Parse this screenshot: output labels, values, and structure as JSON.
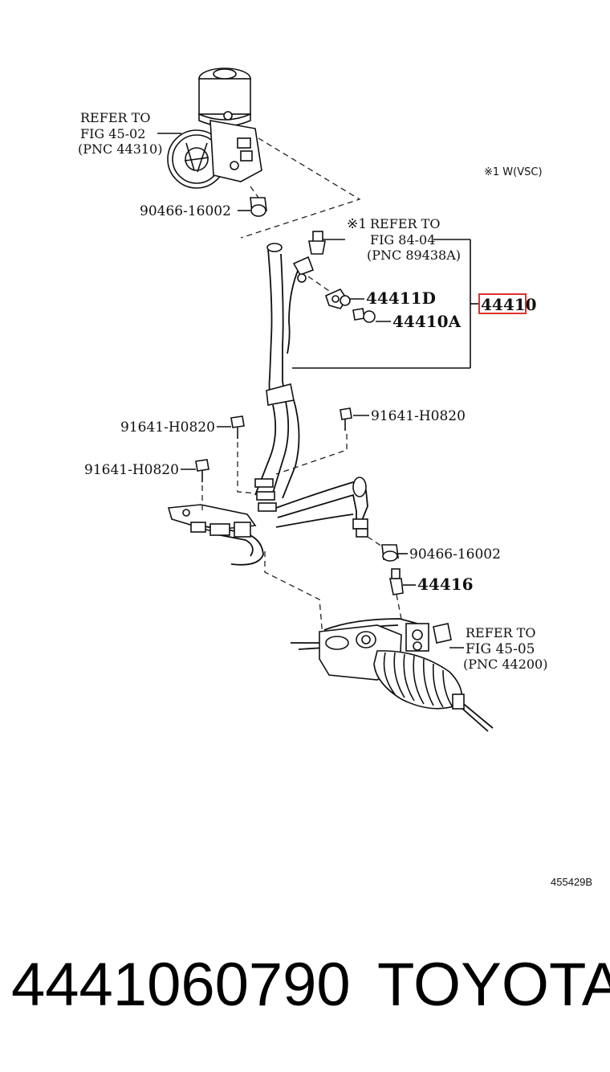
{
  "labels": {
    "refer_pump": {
      "line1": "REFER TO",
      "line2": "FIG 45-02",
      "line3": "(PNC 44310)"
    },
    "clamp_top": "90466-16002",
    "note_vsc": "※1 W(VSC)",
    "refer_sensor": {
      "mark": "※1",
      "line1": "REFER TO",
      "line2": "FIG 84-04",
      "line3": "(PNC 89438A)"
    },
    "bracket": "44411D",
    "bolt": "44410A",
    "assembly": "44410",
    "bolt_right": "91641-H0820",
    "bolt_left_upper": "91641-H0820",
    "bolt_left_lower": "91641-H0820",
    "clamp_lower": "90466-16002",
    "union": "44416",
    "refer_gear": {
      "line1": "REFER TO",
      "line2": "FIG 45-05",
      "line3": "(PNC 44200)"
    }
  },
  "figure_code": "455429B",
  "footer": {
    "part_number": "4441060790",
    "brand": "TOYOTA"
  },
  "colors": {
    "highlight": "#e0302a",
    "ink": "#111111"
  }
}
